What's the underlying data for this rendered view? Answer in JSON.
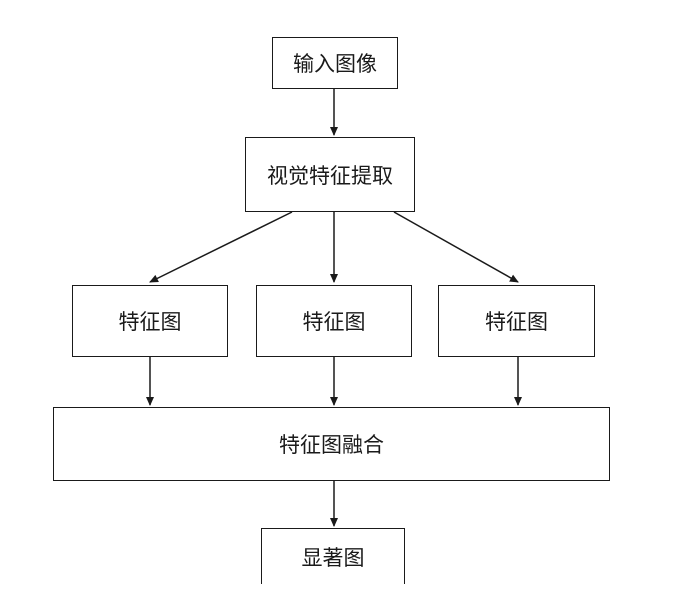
{
  "nodes": {
    "input": "输入图像",
    "extract": "视觉特征提取",
    "feature_map_1": "特征图",
    "feature_map_2": "特征图",
    "feature_map_3": "特征图",
    "fusion": "特征图融合",
    "saliency": "显著图"
  },
  "edges": [
    {
      "from": "input",
      "to": "extract"
    },
    {
      "from": "extract",
      "to": "feature_map_1"
    },
    {
      "from": "extract",
      "to": "feature_map_2"
    },
    {
      "from": "extract",
      "to": "feature_map_3"
    },
    {
      "from": "feature_map_1",
      "to": "fusion"
    },
    {
      "from": "feature_map_2",
      "to": "fusion"
    },
    {
      "from": "feature_map_3",
      "to": "fusion"
    },
    {
      "from": "fusion",
      "to": "saliency"
    }
  ],
  "colors": {
    "stroke": "#1a1a1a",
    "background": "#ffffff"
  }
}
